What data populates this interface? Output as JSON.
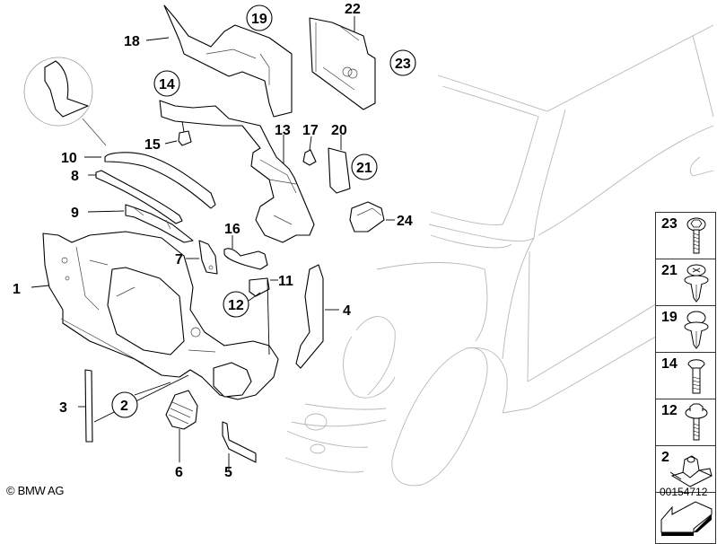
{
  "diagram": {
    "title": "Front panel / radiator support parts diagram",
    "callouts": [
      {
        "label": "1",
        "circled": false
      },
      {
        "label": "2",
        "circled": true
      },
      {
        "label": "3",
        "circled": false
      },
      {
        "label": "4",
        "circled": false
      },
      {
        "label": "5",
        "circled": false
      },
      {
        "label": "6",
        "circled": false
      },
      {
        "label": "7",
        "circled": false
      },
      {
        "label": "8",
        "circled": false
      },
      {
        "label": "9",
        "circled": false
      },
      {
        "label": "10",
        "circled": false
      },
      {
        "label": "11",
        "circled": false
      },
      {
        "label": "12",
        "circled": true
      },
      {
        "label": "13",
        "circled": false
      },
      {
        "label": "14",
        "circled": true
      },
      {
        "label": "15",
        "circled": false
      },
      {
        "label": "16",
        "circled": false
      },
      {
        "label": "17",
        "circled": false
      },
      {
        "label": "18",
        "circled": false
      },
      {
        "label": "19",
        "circled": true
      },
      {
        "label": "20",
        "circled": false
      },
      {
        "label": "21",
        "circled": true
      },
      {
        "label": "22",
        "circled": false
      },
      {
        "label": "23",
        "circled": true
      },
      {
        "label": "24",
        "circled": false
      }
    ]
  },
  "legend": {
    "items": [
      {
        "number": "23",
        "icon": "hex-flange-screw-icon"
      },
      {
        "number": "21",
        "icon": "phillips-expansion-rivet-icon"
      },
      {
        "number": "19",
        "icon": "expansion-rivet-icon"
      },
      {
        "number": "14",
        "icon": "round-head-bolt-icon"
      },
      {
        "number": "12",
        "icon": "hex-flange-bolt-icon"
      },
      {
        "number": "2",
        "icon": "spring-nut-clip-icon"
      }
    ],
    "direction_icon": "forward-direction-arrow-icon"
  },
  "footer": {
    "copyright": "© BMW AG",
    "diagram_id": "00154712"
  },
  "colors": {
    "line": "#000000",
    "car_outline": "#b8b8b8",
    "background": "#ffffff"
  }
}
